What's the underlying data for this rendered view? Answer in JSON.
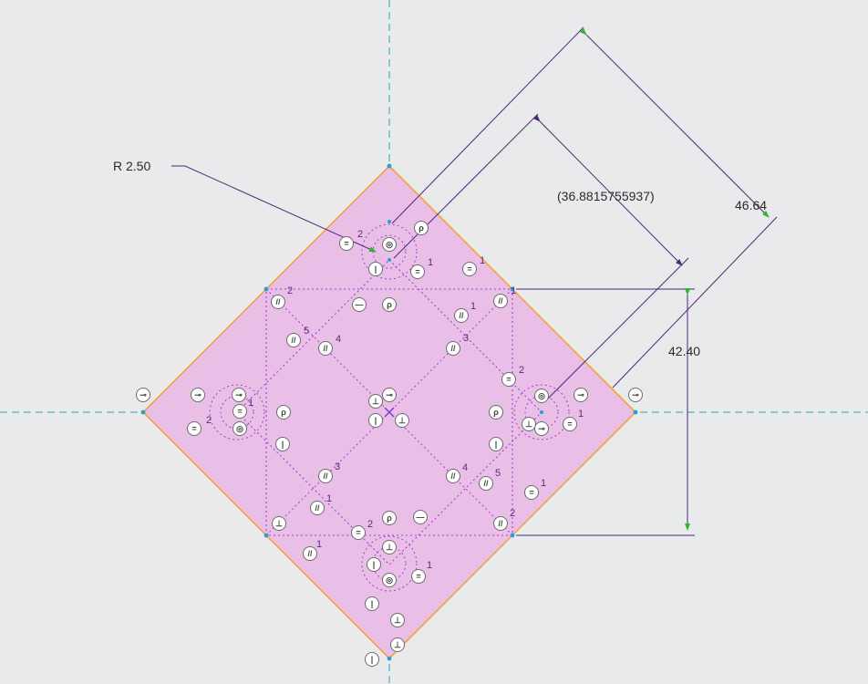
{
  "colors": {
    "background": "#e9eaec",
    "fill": "#e9bfe8",
    "outline": "#f5a23a",
    "construction": "#a63fc9",
    "centerline": "#2aa7a8",
    "dimension": "#4a2a7a",
    "arrow": "#2fb52f",
    "point": "#2a9cd6"
  },
  "dimensions": {
    "radius_label": "R 2.50",
    "reference_label": "(36.8815755937)",
    "diagonal_label": "46.64",
    "height_label": "42.40"
  },
  "indices": [
    {
      "text": "2",
      "name": "index-top-left-2"
    },
    {
      "text": "1",
      "name": "index-top-1"
    },
    {
      "text": "1",
      "name": "index-top-right-1"
    },
    {
      "text": "2",
      "name": "index-upper-left-2"
    },
    {
      "text": "1",
      "name": "index-upper-right-corner-1"
    },
    {
      "text": "1",
      "name": "index-upper-right-1"
    },
    {
      "text": "5",
      "name": "index-upper-left-5"
    },
    {
      "text": "4",
      "name": "index-upper-left-4"
    },
    {
      "text": "3",
      "name": "index-upper-right-3"
    },
    {
      "text": "2",
      "name": "index-right-2"
    },
    {
      "text": "1",
      "name": "index-left-1"
    },
    {
      "text": "2",
      "name": "index-left-2"
    },
    {
      "text": "1",
      "name": "index-right-1"
    },
    {
      "text": "3",
      "name": "index-lower-left-3"
    },
    {
      "text": "4",
      "name": "index-lower-right-4"
    },
    {
      "text": "5",
      "name": "index-lower-right-5"
    },
    {
      "text": "1",
      "name": "index-lower-right-1"
    },
    {
      "text": "1",
      "name": "index-lower-left-1"
    },
    {
      "text": "2",
      "name": "index-bottom-left-2"
    },
    {
      "text": "2",
      "name": "index-lower-right-corner-2"
    },
    {
      "text": "1",
      "name": "index-bottom-left-1"
    },
    {
      "text": "1",
      "name": "index-bottom-1"
    }
  ]
}
